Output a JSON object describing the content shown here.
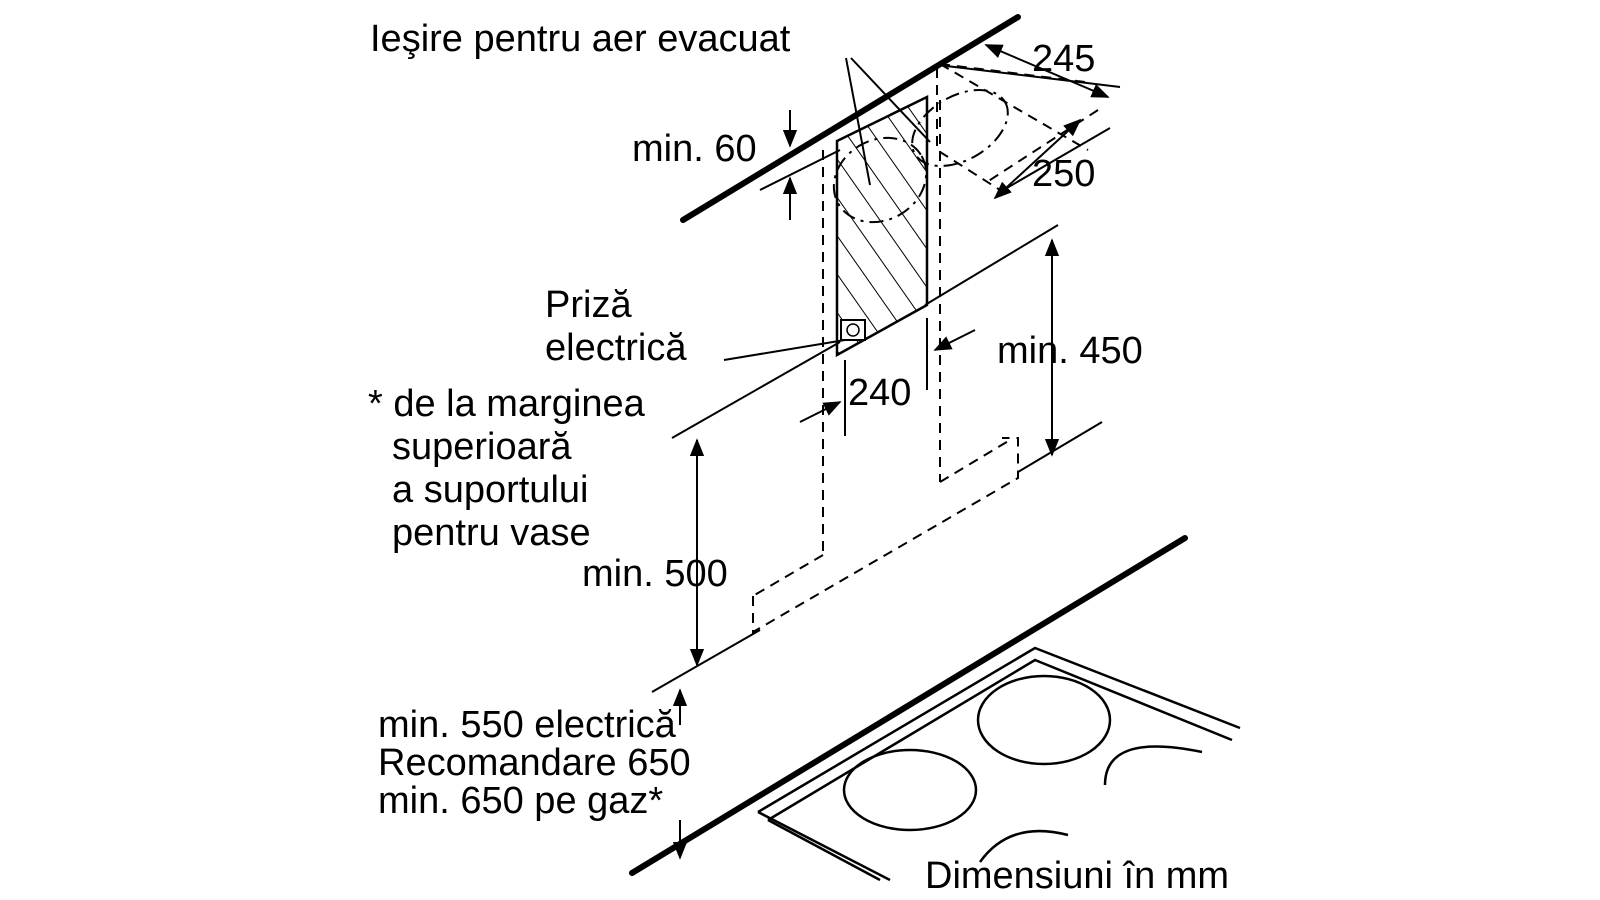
{
  "labels": {
    "exhaust_outlet": "Ieşire pentru aer evacuat",
    "dim_245": "245",
    "dim_250": "250",
    "min_60": "min. 60",
    "socket_line1": "Priză",
    "socket_line2": "electrică",
    "dim_240": "240",
    "min_450": "min. 450",
    "note_line1": "* de la marginea",
    "note_line2": "superioară",
    "note_line3": "a suportului",
    "note_line4": "pentru vase",
    "min_500": "min. 500",
    "height_line1": "min. 550 electrică",
    "height_line2": "Recomandare 650",
    "height_line3": "min. 650 pe gaz*",
    "units": "Dimensiuni în mm"
  }
}
